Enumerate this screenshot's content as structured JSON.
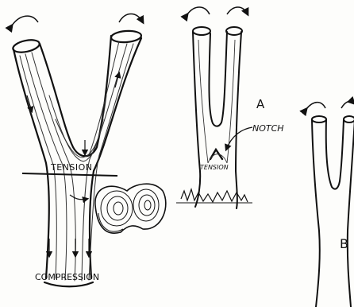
{
  "labels": {
    "tension_main": "TENSION",
    "compression": "COMPRESSION",
    "a": "A",
    "notch": "NOTCH",
    "tension_small": "TENSION",
    "b": "B"
  }
}
